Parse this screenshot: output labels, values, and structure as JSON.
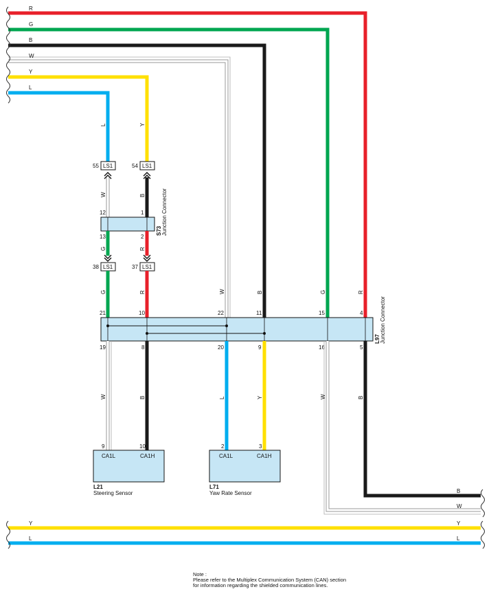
{
  "colors": {
    "R": "#e8202a",
    "G": "#00a650",
    "B": "#1a1a1a",
    "W": "#ffffff",
    "Y": "#ffe000",
    "L": "#00aeef",
    "connector_fill": "#c6e6f5"
  },
  "top_wires": [
    "R",
    "G",
    "B",
    "W",
    "Y",
    "L"
  ],
  "bottom_wires": [
    "Y",
    "L"
  ],
  "ls1": {
    "upper_left": {
      "pin": "55",
      "label": "LS1"
    },
    "upper_right": {
      "pin": "54",
      "label": "LS1"
    },
    "lower_left": {
      "pin": "38",
      "label": "LS1"
    },
    "lower_right": {
      "pin": "37",
      "label": "LS1"
    }
  },
  "s73": {
    "id": "S73",
    "name": "Junction Connector",
    "pins": {
      "tl": "12",
      "tr": "1",
      "bl": "13",
      "br": "2"
    }
  },
  "l97": {
    "id": "L97",
    "name": "Junction Connector",
    "top_pins": [
      "21",
      "10",
      "22",
      "11",
      "15",
      "4"
    ],
    "bottom_pins": [
      "19",
      "8",
      "20",
      "9",
      "16",
      "5"
    ]
  },
  "wire_letters": {
    "col1_top": "L",
    "col2_top": "Y",
    "col1_mid": "W",
    "col2_mid": "B",
    "col1_low": "G",
    "col2_low": "R",
    "col1_bus": "G",
    "col2_bus": "R",
    "w_bus": "W",
    "b_bus": "B",
    "g_bus": "G",
    "r_bus": "R",
    "col1_bottom": "W",
    "col2_bottom": "B",
    "l71_left": "L",
    "l71_right": "Y",
    "w_right": "W",
    "b_right": "B"
  },
  "l21": {
    "id": "L21",
    "name": "Steering Sensor",
    "pins": [
      {
        "num": "9",
        "name": "CA1L"
      },
      {
        "num": "10",
        "name": "CA1H"
      }
    ]
  },
  "l71": {
    "id": "L71",
    "name": "Yaw Rate Sensor",
    "pins": [
      {
        "num": "2",
        "name": "CA1L"
      },
      {
        "num": "3",
        "name": "CA1H"
      }
    ]
  },
  "right_exit": {
    "b": "B",
    "w": "W"
  },
  "note": {
    "title": "Note :",
    "line1": "Please refer to the Multiplex Communication System (CAN) section",
    "line2": "for information regarding the shielded communication lines."
  }
}
